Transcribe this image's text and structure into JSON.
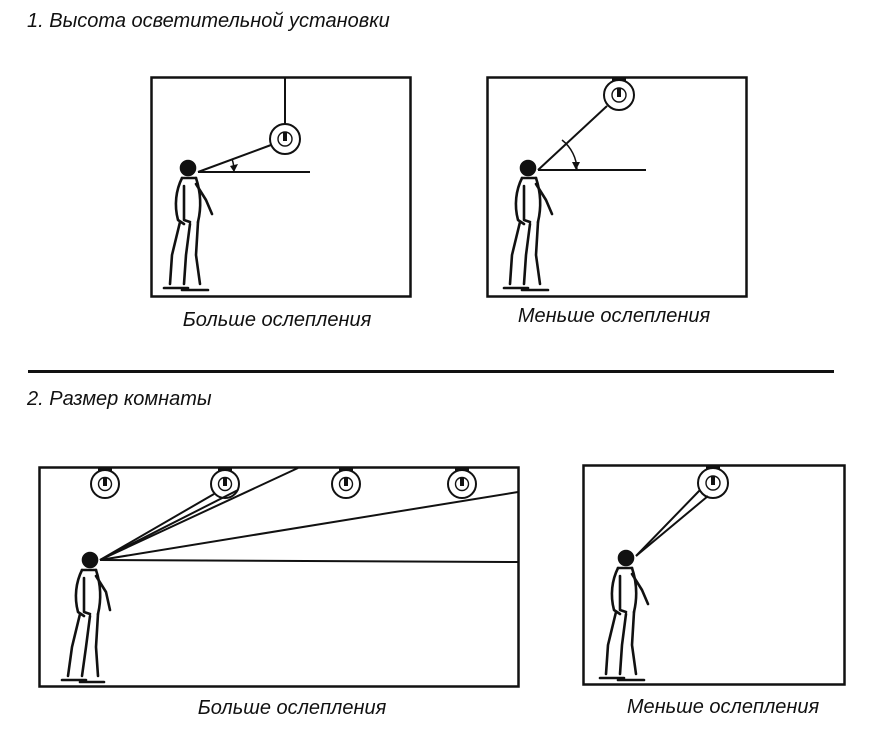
{
  "section1": {
    "heading": "1. Высота осветительной установки",
    "left_caption": "Больше ослепления",
    "right_caption": "Меньше ослепления"
  },
  "section2": {
    "heading": "2. Размер комнаты",
    "left_caption": "Больше ослепления",
    "right_caption": "Меньше ослепления"
  },
  "icons": [
    "lamp-icon",
    "person-icon"
  ]
}
